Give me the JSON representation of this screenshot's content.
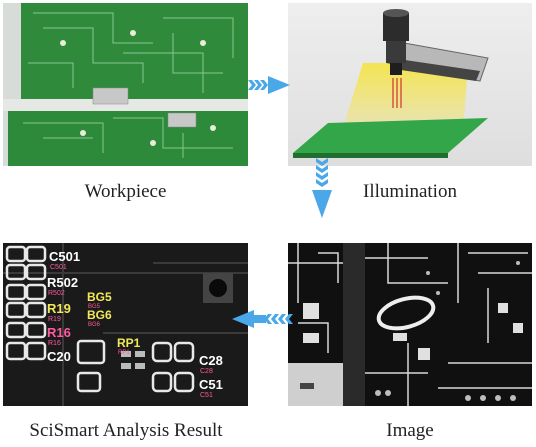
{
  "captions": {
    "workpiece": "Workpiece",
    "illumination": "Illumination",
    "result": "SciSmart Analysis Result",
    "image": "Image"
  },
  "result_labels": {
    "c501": "C501",
    "c501_sub": "C501",
    "r502": "R502",
    "r502_sub": "R502",
    "r19": "R19",
    "r19_sub": "R19",
    "r16": "R16",
    "r16_sub": "R16",
    "c20": "C20",
    "bg5": "BG5",
    "bg5_sub": "BG5",
    "bg6": "BG6",
    "bg6_sub": "BG6",
    "rp1": "RP1",
    "rp1_sub": "RP1",
    "c28": "C28",
    "c28_sub": "C28",
    "c51": "C51",
    "c51_sub": "C51"
  },
  "colors": {
    "arrow": "#4aa8e8",
    "board_green": "#2e9a44",
    "light_yellow": "#f4e44a",
    "label_white": "#ffffff",
    "label_yellow": "#f2e85a",
    "label_pink": "#ff5aa0",
    "label_teal": "#4fe0d0"
  }
}
